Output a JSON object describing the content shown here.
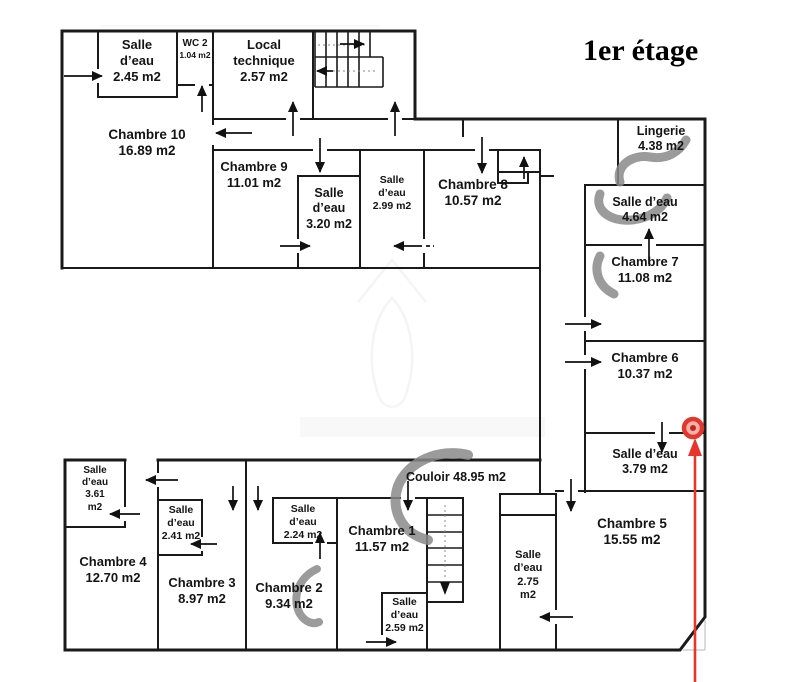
{
  "title": "1er étage",
  "couloir": {
    "label": "Couloir 48.95 m2"
  },
  "rooms": {
    "sd_245": {
      "name": "Salle d’eau",
      "area": "2.45 m2"
    },
    "wc_2": {
      "name": "WC 2",
      "area": "1.04 m2"
    },
    "local_technique": {
      "name": "Local technique",
      "area": "2.57 m2"
    },
    "c10": {
      "name": "Chambre 10",
      "area": "16.89 m2"
    },
    "c9": {
      "name": "Chambre 9",
      "area": "11.01 m2"
    },
    "sd_320": {
      "name": "Salle d’eau",
      "area": "3.20 m2"
    },
    "sd_299": {
      "name": "Salle d’eau",
      "area": "2.99 m2"
    },
    "c8": {
      "name": "Chambre 8",
      "area": "10.57 m2"
    },
    "lingerie": {
      "name": "Lingerie",
      "area": "4.38 m2"
    },
    "sd_464": {
      "name": "Salle d’eau",
      "area": "4.64 m2"
    },
    "c7": {
      "name": "Chambre 7",
      "area": "11.08 m2"
    },
    "c6": {
      "name": "Chambre 6",
      "area": "10.37 m2"
    },
    "sd_379": {
      "name": "Salle d’eau",
      "area": "3.79 m2"
    },
    "c5": {
      "name": "Chambre 5",
      "area": "15.55 m2"
    },
    "c1": {
      "name": "Chambre 1",
      "area": "11.57 m2"
    },
    "sd_259": {
      "name": "Salle d’eau",
      "area": "2.59 m2"
    },
    "sd_275": {
      "name": "Salle d’eau",
      "area": "2.75 m2"
    },
    "c2": {
      "name": "Chambre 2",
      "area": "9.34 m2"
    },
    "sd_224": {
      "name": "Salle d’eau",
      "area": "2.24 m2"
    },
    "c3": {
      "name": "Chambre 3",
      "area": "8.97 m2"
    },
    "sd_241": {
      "name": "Salle d’eau",
      "area": "2.41 m2"
    },
    "c4": {
      "name": "Chambre 4",
      "area": "12.70 m2"
    },
    "sd_361": {
      "name": "Salle d’eau",
      "area": "3.61 m2"
    }
  },
  "colors": {
    "marker_red": "#e8352b",
    "swing_arrow_gray": "#8a8a8a"
  }
}
